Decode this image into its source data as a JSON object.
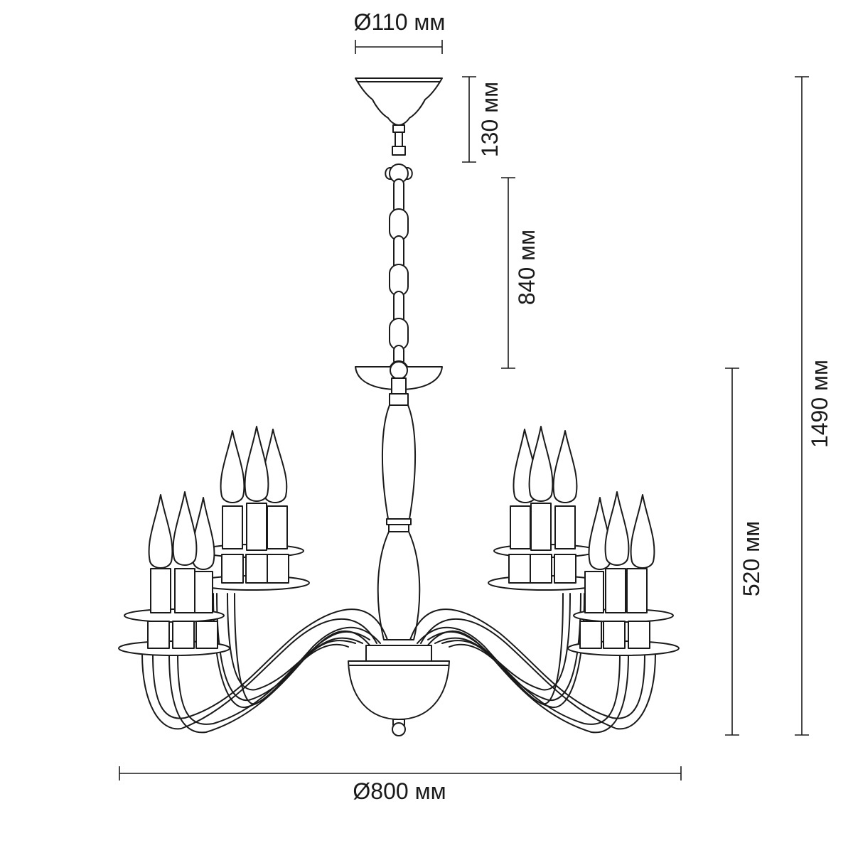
{
  "dimensions": {
    "canopy_diameter": "Ø110 мм",
    "canopy_height": "130 мм",
    "chain_length": "840 мм",
    "body_height": "520 мм",
    "total_height": "1490 мм",
    "overall_diameter": "Ø800 мм"
  },
  "colors": {
    "line": "#1a1a1a",
    "background": "#ffffff"
  }
}
